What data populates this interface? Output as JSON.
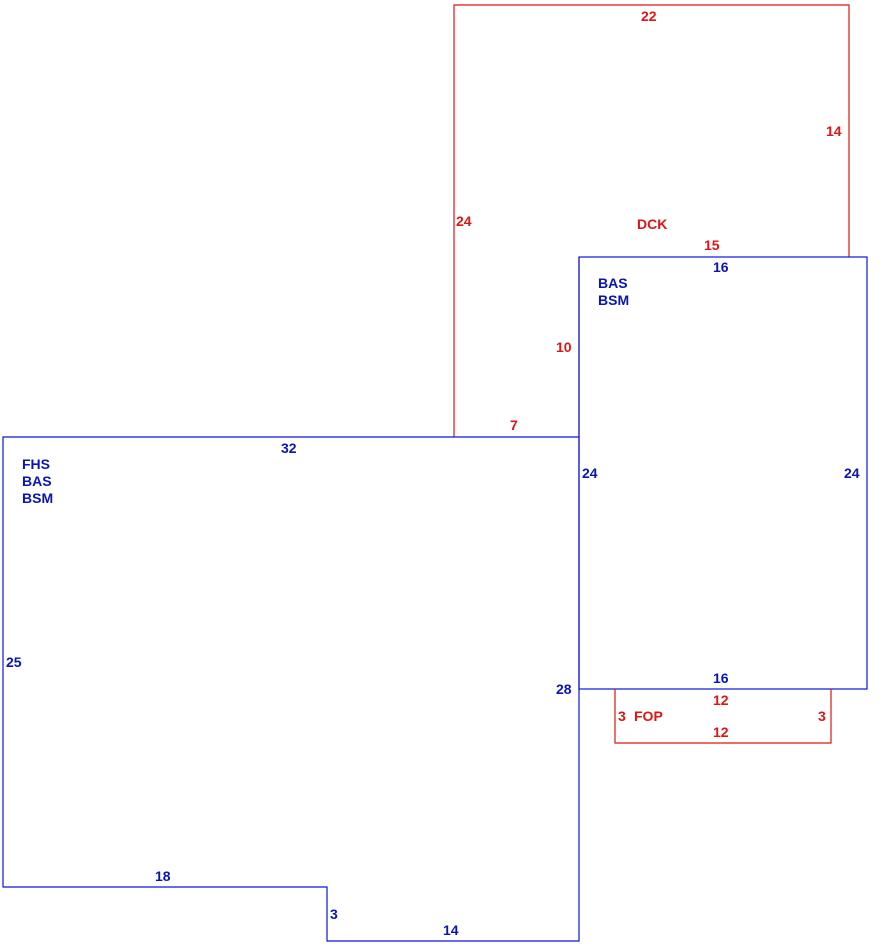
{
  "colors": {
    "blue": "#0a14b4",
    "red": "#e01414"
  },
  "dck": {
    "code": "DCK",
    "dims": {
      "top": "22",
      "right": "14",
      "left": "24",
      "bottom_right": "15",
      "inner_vertical": "10",
      "bottom_left": "7"
    }
  },
  "right_block": {
    "codes": [
      "BAS",
      "BSM"
    ],
    "dims": {
      "top": "16",
      "left": "24",
      "right": "24",
      "bottom": "16"
    }
  },
  "main_block": {
    "codes": [
      "FHS",
      "BAS",
      "BSM"
    ],
    "dims": {
      "top": "32",
      "left": "25",
      "right": "28",
      "bottom_left": "18",
      "notch": "3",
      "bottom_right": "14"
    }
  },
  "fop": {
    "code": "FOP",
    "dims": {
      "top": "12",
      "bottom": "12",
      "left": "3",
      "right": "3"
    }
  }
}
